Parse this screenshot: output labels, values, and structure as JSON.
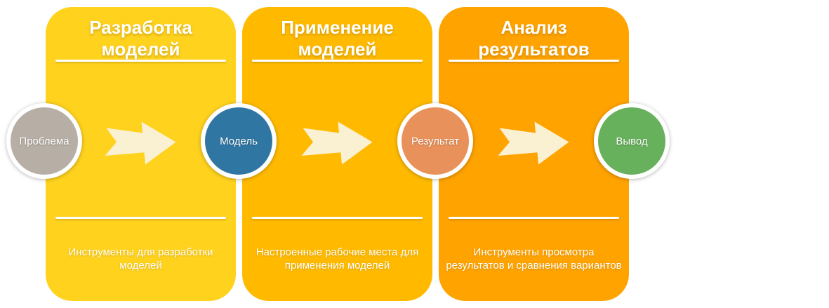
{
  "diagram": {
    "panels": [
      {
        "title_line1": "Разработка",
        "title_line2": "моделей",
        "description": "Инструменты для разработки моделей",
        "color": "#FFD21E"
      },
      {
        "title_line1": "Применение",
        "title_line2": "моделей",
        "description": "Настроенные рабочие места для применения моделей",
        "color": "#FFBA00"
      },
      {
        "title_line1": "Анализ",
        "title_line2": "результатов",
        "description": "Инструменты просмотра результатов и сравнения вариантов",
        "color": "#FFA300"
      }
    ],
    "nodes": [
      {
        "label": "Проблема",
        "color": "#B7AFA5"
      },
      {
        "label": "Модель",
        "color": "#3076A3"
      },
      {
        "label": "Результат",
        "color": "#E8915A"
      },
      {
        "label": "Вывод",
        "color": "#67B15C"
      }
    ],
    "arrow": {
      "icon": "arrow-right",
      "color": "#FAF0D2"
    },
    "text_color": "#FFFFFF"
  }
}
